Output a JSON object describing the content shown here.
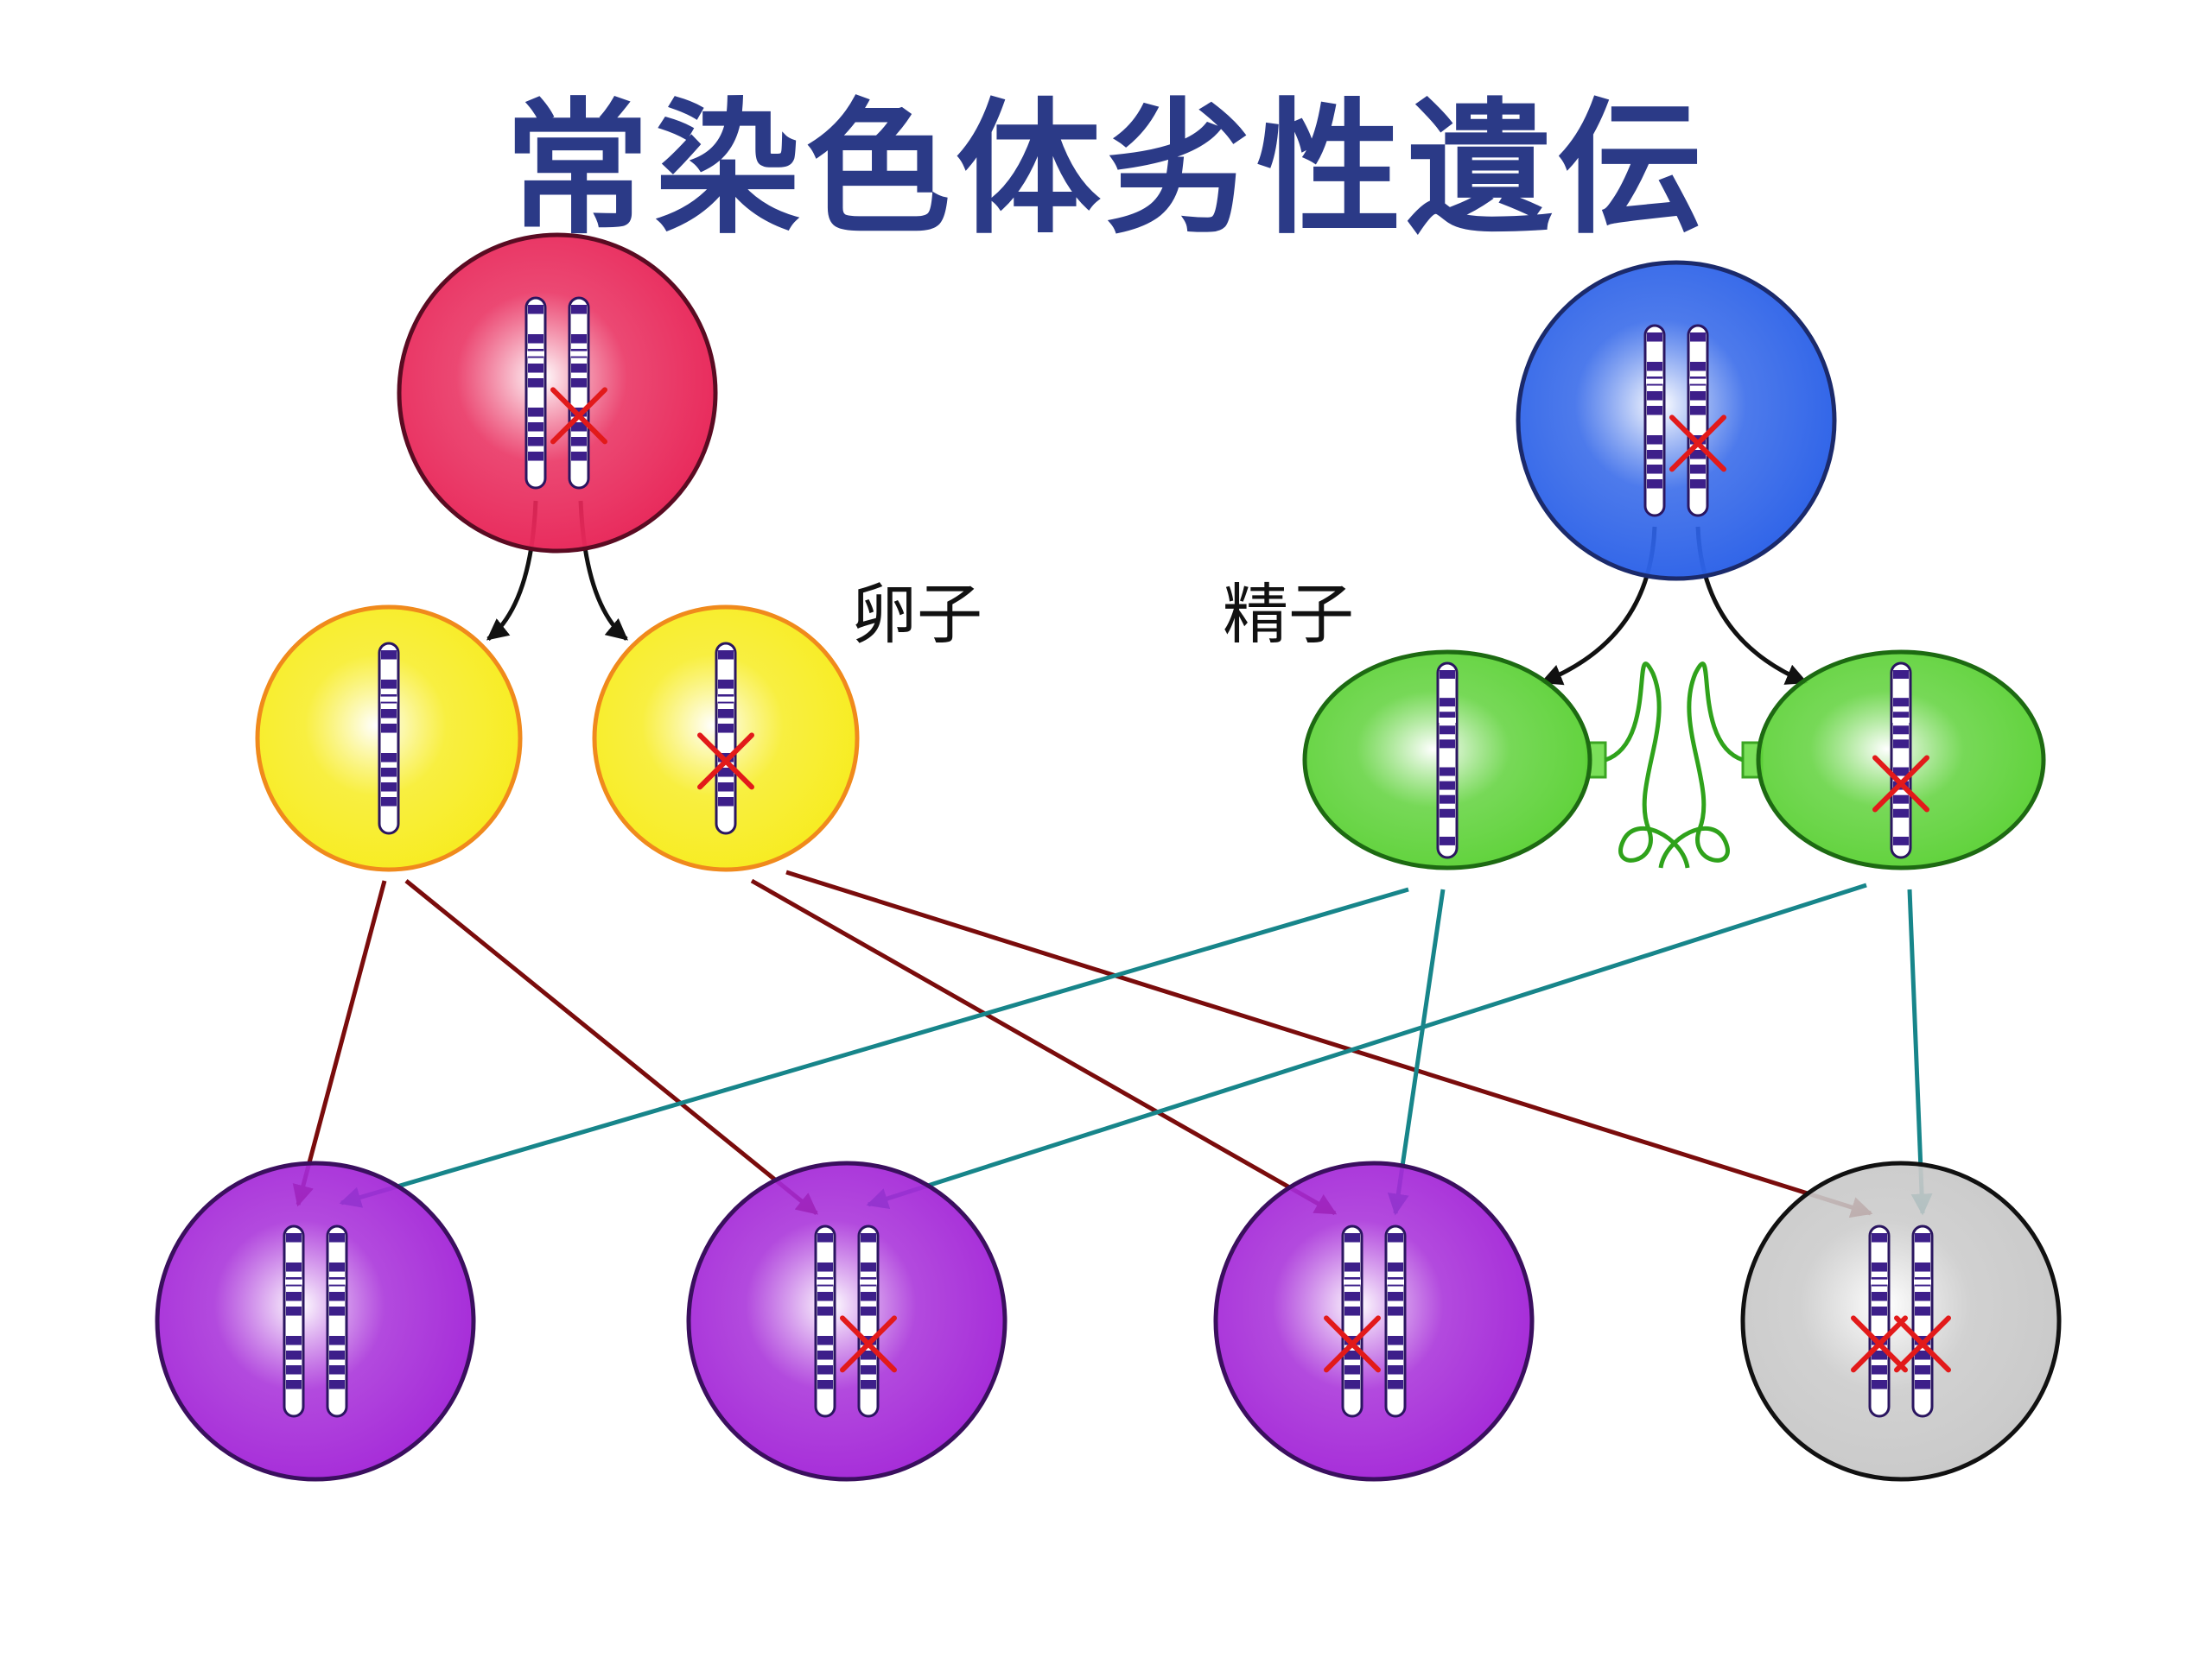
{
  "title": "常染色体劣性遺伝",
  "labels": {
    "egg": "卵子",
    "sperm": "精子"
  },
  "colors": {
    "title": "#2b3a87",
    "mother": "#e8285a",
    "father": "#2e63e8",
    "egg": "#f7ec1f",
    "egg_border": "#f08a1c",
    "sperm": "#5fd23a",
    "sperm_border": "#1d6a12",
    "child_normal": "#a52ad8",
    "child_affected": "#c9c9c9",
    "chromosome": "#3d1f8a",
    "mutation_mark": "#e21a1a",
    "arrow_parent": "#111111",
    "arrow_egg": "#7a0c0c",
    "arrow_sperm": "#17858a"
  },
  "nodes": [
    {
      "id": "mother",
      "role": "parent",
      "mutations": [
        false,
        true
      ]
    },
    {
      "id": "father",
      "role": "parent",
      "mutations": [
        false,
        true
      ]
    },
    {
      "id": "egg-normal",
      "role": "egg",
      "mutations": [
        false
      ]
    },
    {
      "id": "egg-mutant",
      "role": "egg",
      "mutations": [
        true
      ]
    },
    {
      "id": "sperm-normal",
      "role": "sperm",
      "mutations": [
        false
      ]
    },
    {
      "id": "sperm-mutant",
      "role": "sperm",
      "mutations": [
        true
      ]
    },
    {
      "id": "child-1",
      "role": "child",
      "status": "normal",
      "mutations": [
        false,
        false
      ]
    },
    {
      "id": "child-2",
      "role": "child",
      "status": "carrier",
      "mutations": [
        false,
        true
      ]
    },
    {
      "id": "child-3",
      "role": "child",
      "status": "carrier",
      "mutations": [
        true,
        false
      ]
    },
    {
      "id": "child-4",
      "role": "child",
      "status": "affected",
      "mutations": [
        true,
        true
      ]
    }
  ],
  "edges": [
    {
      "from": "mother",
      "to": "egg-normal",
      "kind": "parent"
    },
    {
      "from": "mother",
      "to": "egg-mutant",
      "kind": "parent"
    },
    {
      "from": "father",
      "to": "sperm-normal",
      "kind": "parent"
    },
    {
      "from": "father",
      "to": "sperm-mutant",
      "kind": "parent"
    },
    {
      "from": "egg-normal",
      "to": "child-1",
      "kind": "egg"
    },
    {
      "from": "egg-normal",
      "to": "child-2",
      "kind": "egg"
    },
    {
      "from": "egg-mutant",
      "to": "child-3",
      "kind": "egg"
    },
    {
      "from": "egg-mutant",
      "to": "child-4",
      "kind": "egg"
    },
    {
      "from": "sperm-normal",
      "to": "child-1",
      "kind": "sperm"
    },
    {
      "from": "sperm-normal",
      "to": "child-3",
      "kind": "sperm"
    },
    {
      "from": "sperm-mutant",
      "to": "child-2",
      "kind": "sperm"
    },
    {
      "from": "sperm-mutant",
      "to": "child-4",
      "kind": "sperm"
    }
  ]
}
